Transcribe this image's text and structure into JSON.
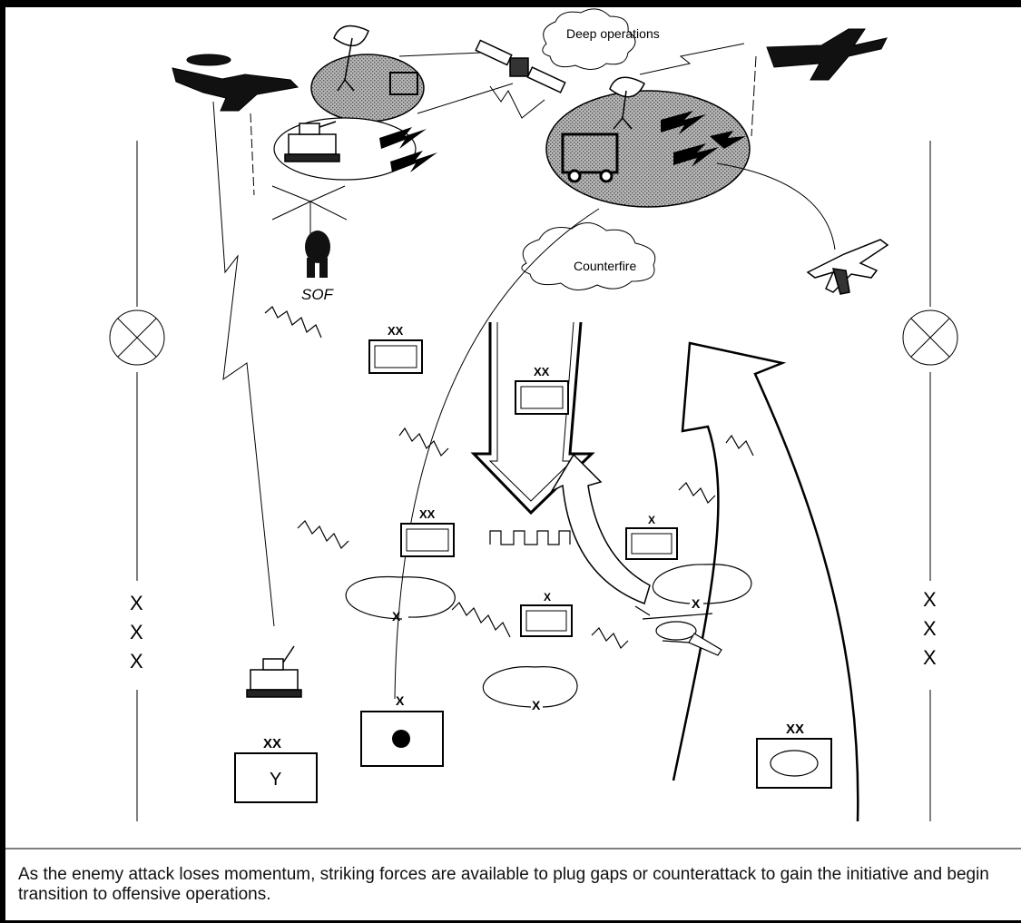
{
  "labels": {
    "deep_operations": "Deep operations",
    "counterfire": "Counterfire",
    "sof": "SOF",
    "corps_echelon": [
      "X",
      "X",
      "X"
    ],
    "division_echelon": "XX",
    "brigade_echelon": "X"
  },
  "unit_symbols": {
    "field_artillery_glyph": "Y"
  },
  "caption": "As the enemy attack loses momentum, striking forces are available to plug  gaps or counterattack to gain the initiative and begin transition to offensive operations.",
  "colors": {
    "line": "#000000",
    "stipple_fill": "#9a9a9a",
    "background": "#ffffff"
  },
  "icons": [
    "aircraft-icon",
    "satellite-dish-icon",
    "satellite-icon",
    "tank-icon",
    "missile-icon",
    "helicopter-icon",
    "attack-aircraft-icon",
    "jet-icon",
    "sof-soldier-icon",
    "cloud-icon",
    "boundary-marker-icon"
  ]
}
